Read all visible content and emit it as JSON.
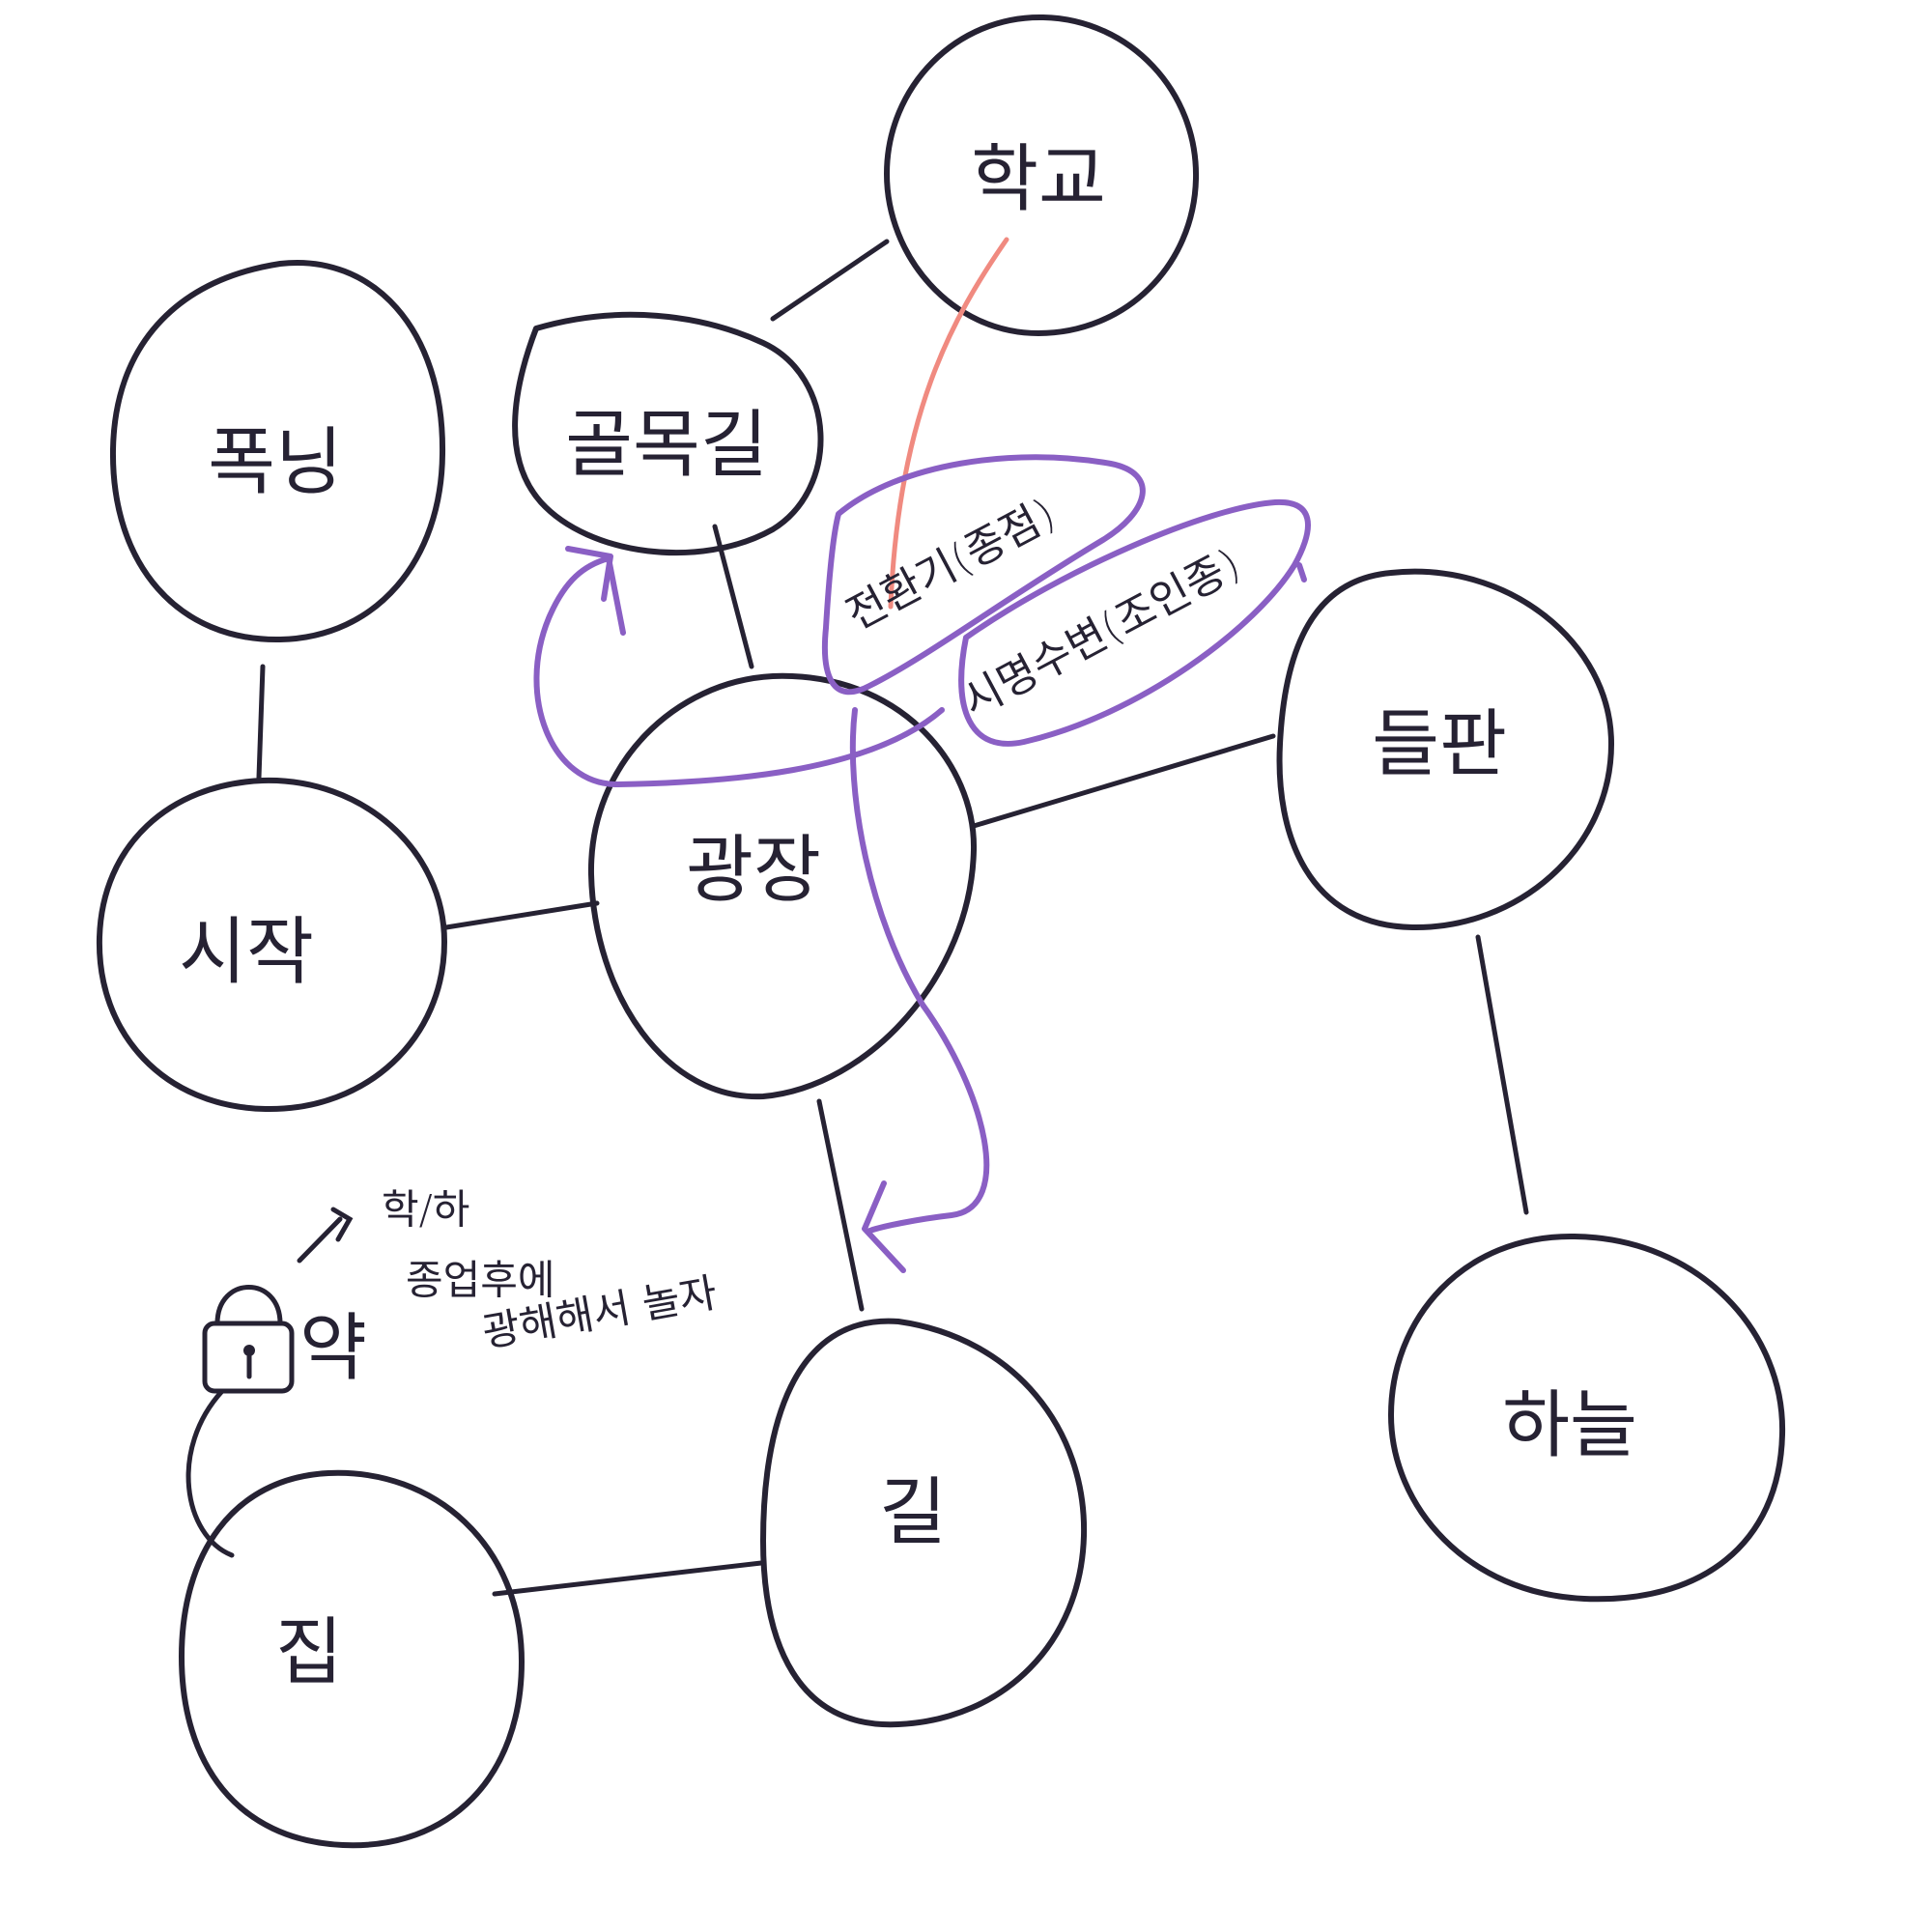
{
  "diagram": {
    "nodes": {
      "ending": "폭닝",
      "start": "시작",
      "plaza": "광장",
      "alley": "골목길",
      "school": "학교",
      "field": "들판",
      "sky": "하늘",
      "road": "길",
      "house": "집"
    },
    "annotations": {
      "power_plant": "전환기(종점)",
      "mediation": "시명수변(조인종)",
      "note_line1": "학/하",
      "note_line2": "종업후에",
      "note_line3": "광해해서 놀자",
      "lock_label": "약"
    },
    "colors": {
      "ink": "#262233",
      "purple": "#8a5fc4",
      "salmon": "#f08a80"
    }
  }
}
